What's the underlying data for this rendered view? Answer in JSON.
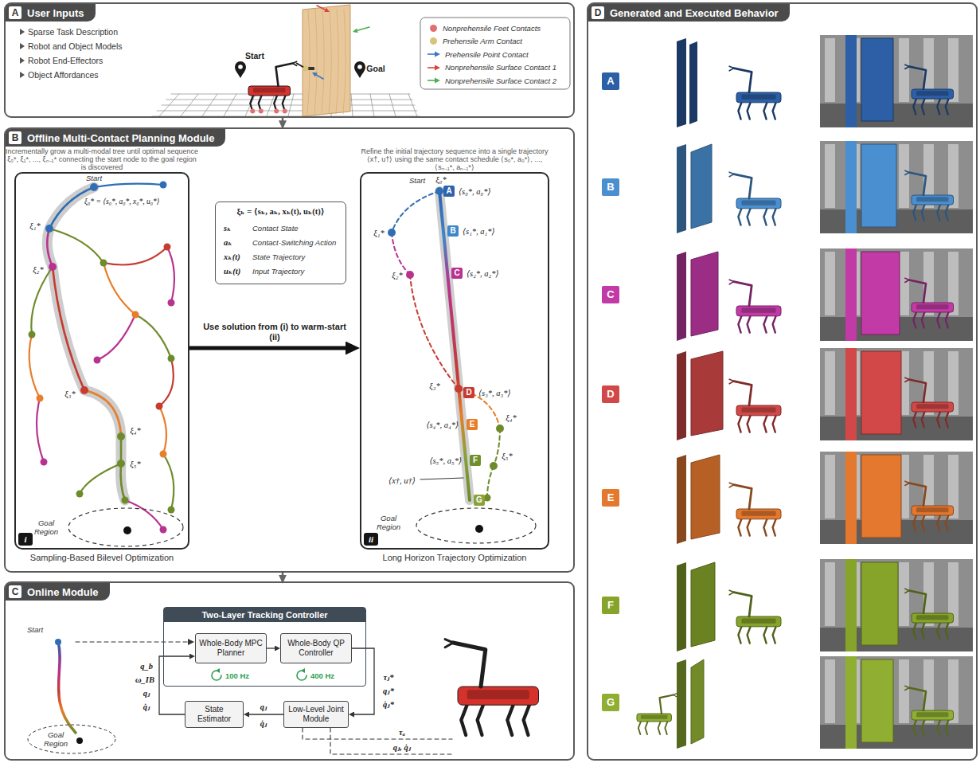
{
  "diagram": {
    "nodes": [
      {
        "text": [
          "A",
          "User Inputs",
          "Sparse Task Description",
          "Robot and Object Models",
          "Robot End-Effectors",
          "Object Affordances"
        ]
      },
      {
        "text": [
          "B",
          "Offline Multi-Contact Planning Module"
        ]
      },
      {
        "text": [
          "Incrementally grow a multi-modal tree until optimal sequence ξ₀*, ξ₁*, ..., ξₙ₋₁* connecting the start node to the goal region is discovered",
          "i",
          "Sampling-Based Bilevel Optimization"
        ],
        "in": 1
      },
      {
        "text": [
          "ξₖ = ⟨sₖ, aₖ, xₖ(t), uₖ(t)⟩",
          "sₖ",
          "Contact State",
          "aₖ",
          "Contact-Switching Action",
          "xₖ(t)",
          "State Trajectory",
          "uₖ(t)",
          "Input Trajectory"
        ],
        "in": 1
      },
      {
        "text": [
          "Refine the initial trajectory sequence into a single trajectory ⟨x†, u†⟩ using the same contact schedule ⟨s₀*, a₀*⟩, ..., ⟨sₙ₋₁*, aₙ₋₁*⟩",
          "ii",
          "Long Horizon Trajectory Optimization"
        ],
        "in": 1
      },
      {
        "text": [
          "A"
        ],
        "in": 4
      },
      {
        "text": [
          "B"
        ],
        "in": 4
      },
      {
        "text": [
          "C"
        ],
        "in": 4
      },
      {
        "text": [
          "D"
        ],
        "in": 4
      },
      {
        "text": [
          "E"
        ],
        "in": 4
      },
      {
        "text": [
          "F"
        ],
        "in": 4
      },
      {
        "text": [
          "G"
        ],
        "in": 4
      },
      {
        "text": [
          "C",
          "Online Module"
        ]
      },
      {
        "text": [
          "Two-Layer Tracking Controller"
        ],
        "in": 12
      },
      {
        "text": [
          "Whole-Body MPC Planner"
        ],
        "in": 13
      },
      {
        "text": [
          "Whole-Body QP Controller"
        ],
        "in": 13
      },
      {
        "text": [
          "State Estimator"
        ],
        "in": 12
      },
      {
        "text": [
          "Low-Level Joint Module"
        ],
        "in": 12
      },
      {
        "text": [
          "D",
          "Generated and Executed Behavior"
        ]
      },
      {
        "text": [
          "A"
        ],
        "in": 18
      },
      {
        "text": [
          "B"
        ],
        "in": 18
      },
      {
        "text": [
          "C"
        ],
        "in": 18
      },
      {
        "text": [
          "D"
        ],
        "in": 18
      },
      {
        "text": [
          "E"
        ],
        "in": 18
      },
      {
        "text": [
          "F"
        ],
        "in": 18
      },
      {
        "text": [
          "G"
        ],
        "in": 18
      }
    ],
    "edges": [
      {
        "from": 0,
        "to": 1,
        "arrow": "to"
      },
      {
        "from": 1,
        "to": 12,
        "arrow": "to"
      },
      {
        "from": 2,
        "to": 4,
        "label": "Use solution from (i) to warm-start (ii)",
        "arrow": "to"
      },
      {
        "from": 14,
        "to": 15,
        "arrow": "to"
      },
      {
        "from": 15,
        "to": 17,
        "arrow": "to"
      },
      {
        "from": 17,
        "to": 16,
        "arrow": "to"
      },
      {
        "from": 16,
        "to": 14,
        "arrow": "to"
      }
    ],
    "labels": [
      "Start",
      "Goal",
      "Start",
      "ξ₀* = ⟨s₀*, a₀*, x₀*, u₀*⟩",
      "ξ₁*",
      "ξ₂*",
      "ξ₃*",
      "ξ₄*",
      "ξ₅*",
      "Goal Region",
      "Start",
      "ξ₀*",
      "⟨s₀*, a₀*⟩",
      "ξ₁*",
      "⟨s₁*, a₁*⟩",
      "ξ₂*",
      "⟨s₂*, a₂*⟩",
      "ξ₃*",
      "⟨s₃*, a₃*⟩",
      "⟨s₄*, a₄*⟩",
      "ξ₄*",
      "⟨s₅*, a₅*⟩",
      "ξ₅*",
      "⟨x†, u†⟩",
      "Goal Region",
      "Start",
      "Goal Region",
      "100 Hz",
      "400 Hz",
      "q_b",
      "ω_IB",
      "qⱼ",
      "q̇ⱼ",
      "τⱼ*",
      "qⱼ*",
      "q̇ⱼ*",
      "qⱼ",
      "q̇ⱼ",
      "τₐ",
      "qⱼ, q̇ⱼ"
    ],
    "legend": [
      {
        "text": "Nonprehensile Feet Contacts",
        "color": "#e46f6f"
      },
      {
        "text": "Prehensile Arm Contact",
        "color": "#d8c27c"
      },
      {
        "text": "Prehensile Point Contact"
      },
      {
        "text": "Nonprehensile Surface Contact 1"
      },
      {
        "text": "Nonprehensile Surface Contact 2"
      }
    ]
  }
}
